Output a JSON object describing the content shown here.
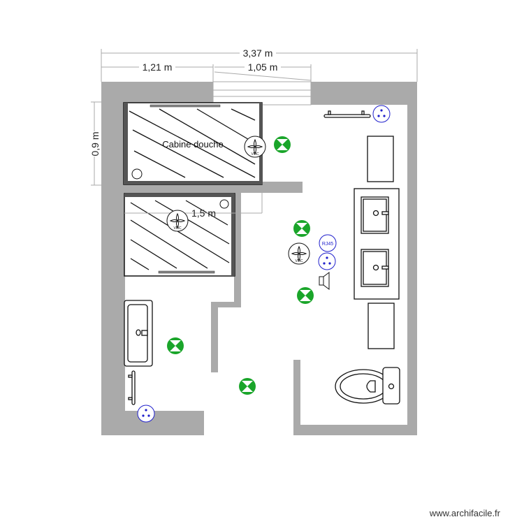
{
  "dimensions": {
    "total_width": "3,37 m",
    "left_width": "1,21 m",
    "window_width": "1,05 m",
    "shower_depth": "0,9 m",
    "shower_length": "1,5 m"
  },
  "labels": {
    "shower": "Cabine douche",
    "vmc": "VMC",
    "rj45": "RJ45"
  },
  "watermark": "www.archifacile.fr",
  "colors": {
    "wall": "#aaaaaa",
    "light": "#1aa52a",
    "outlet": "#1f1fcc"
  }
}
